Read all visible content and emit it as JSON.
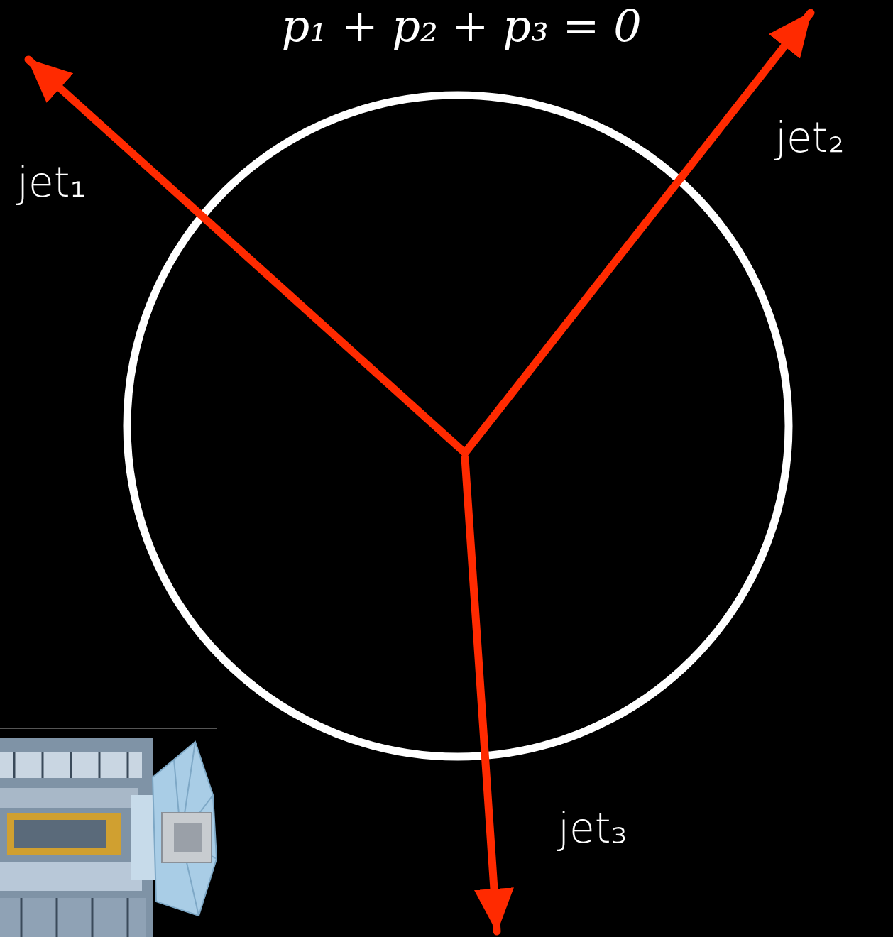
{
  "diagram": {
    "labels": [
      "p₁ + p₂ + p₃ = 0",
      "jet₁",
      "jet₂",
      "jet₃"
    ]
  }
}
